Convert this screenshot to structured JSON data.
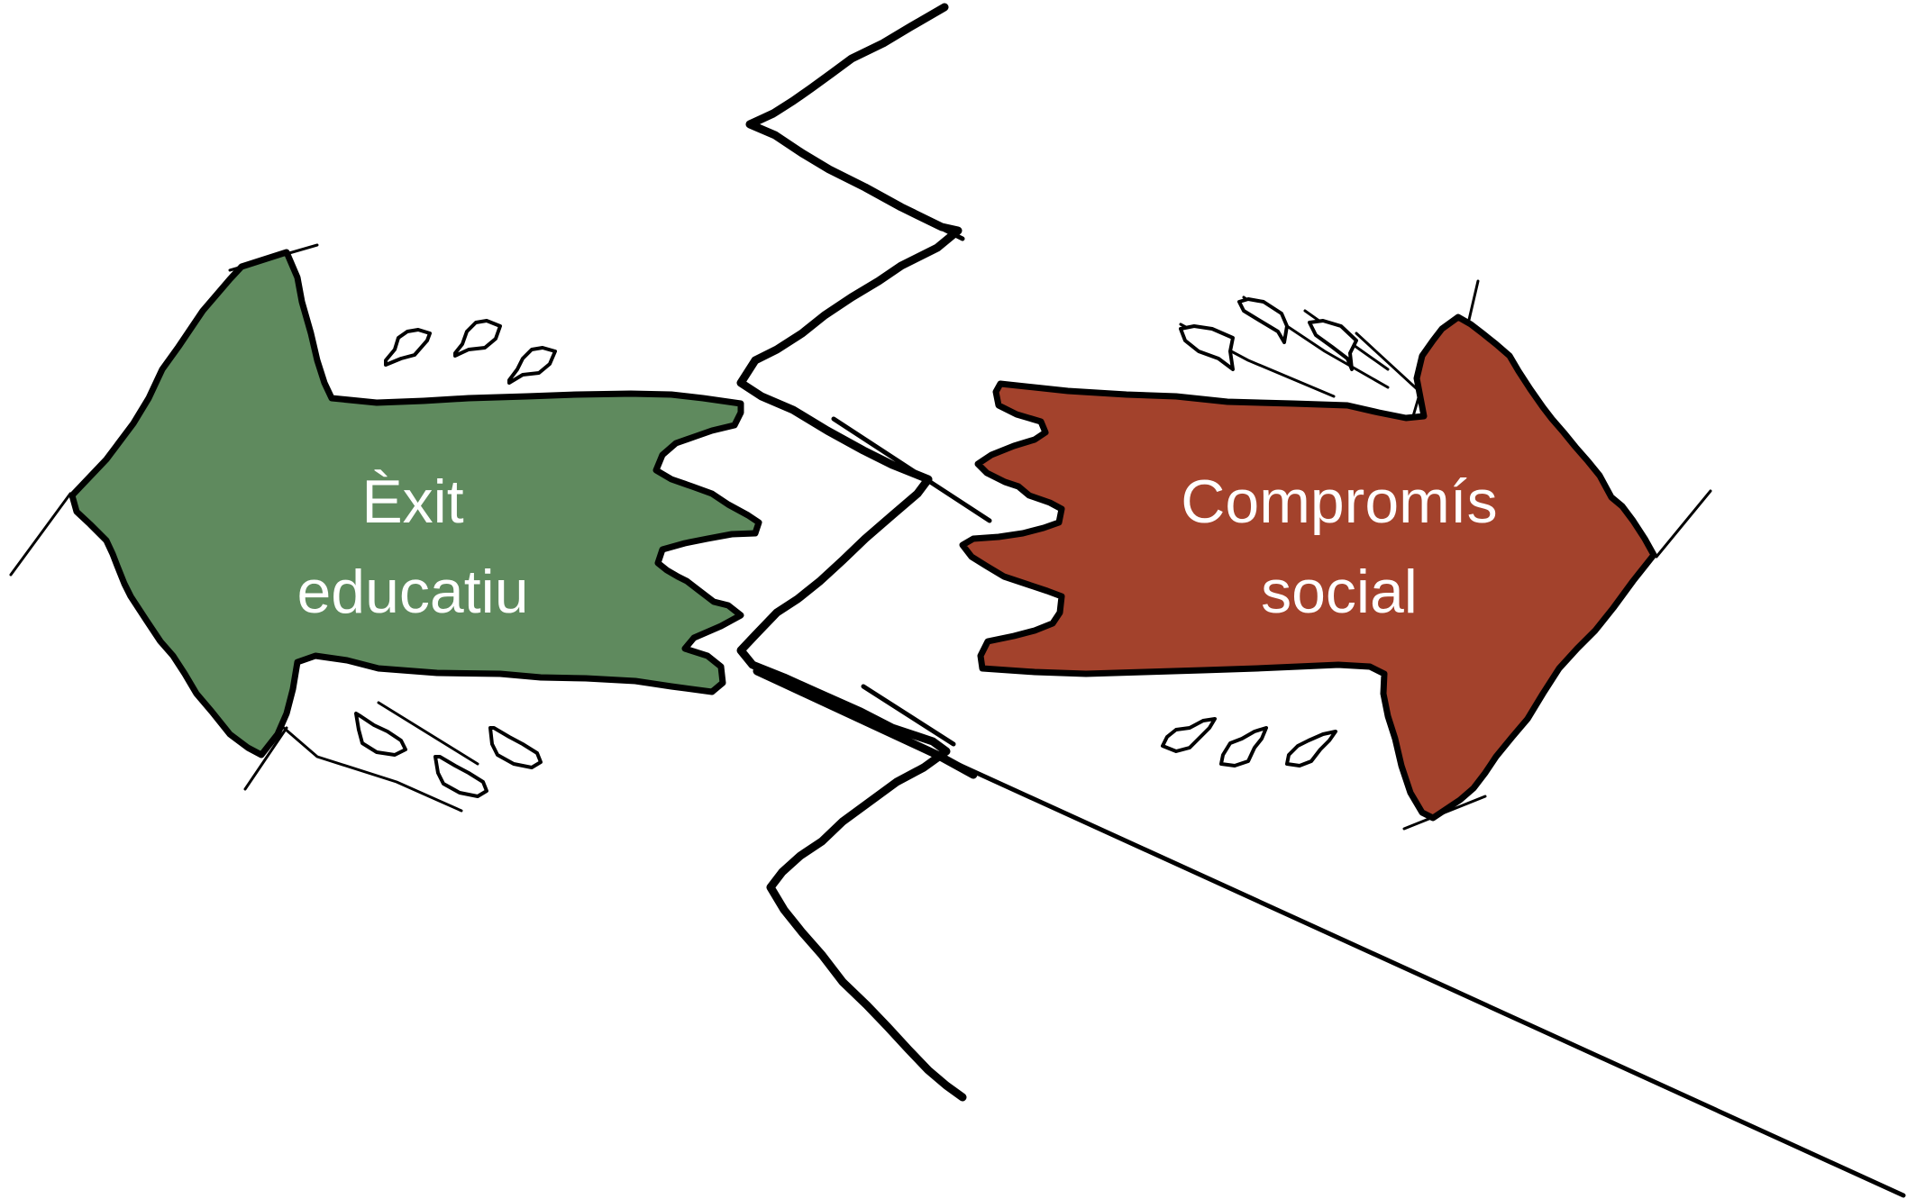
{
  "diagram": {
    "left_arrow": {
      "label_lines": [
        "Èxit",
        "educatiu"
      ],
      "fill_color": "#5f8a5e",
      "direction": "left"
    },
    "right_arrow": {
      "label_lines": [
        "Compromís",
        "social"
      ],
      "fill_color": "#a3422c",
      "direction": "right"
    },
    "outline_color": "#000000",
    "background_color": "#ffffff",
    "decorations": [
      "jagged-crack-line",
      "motion-puffs",
      "speed-lines"
    ]
  }
}
